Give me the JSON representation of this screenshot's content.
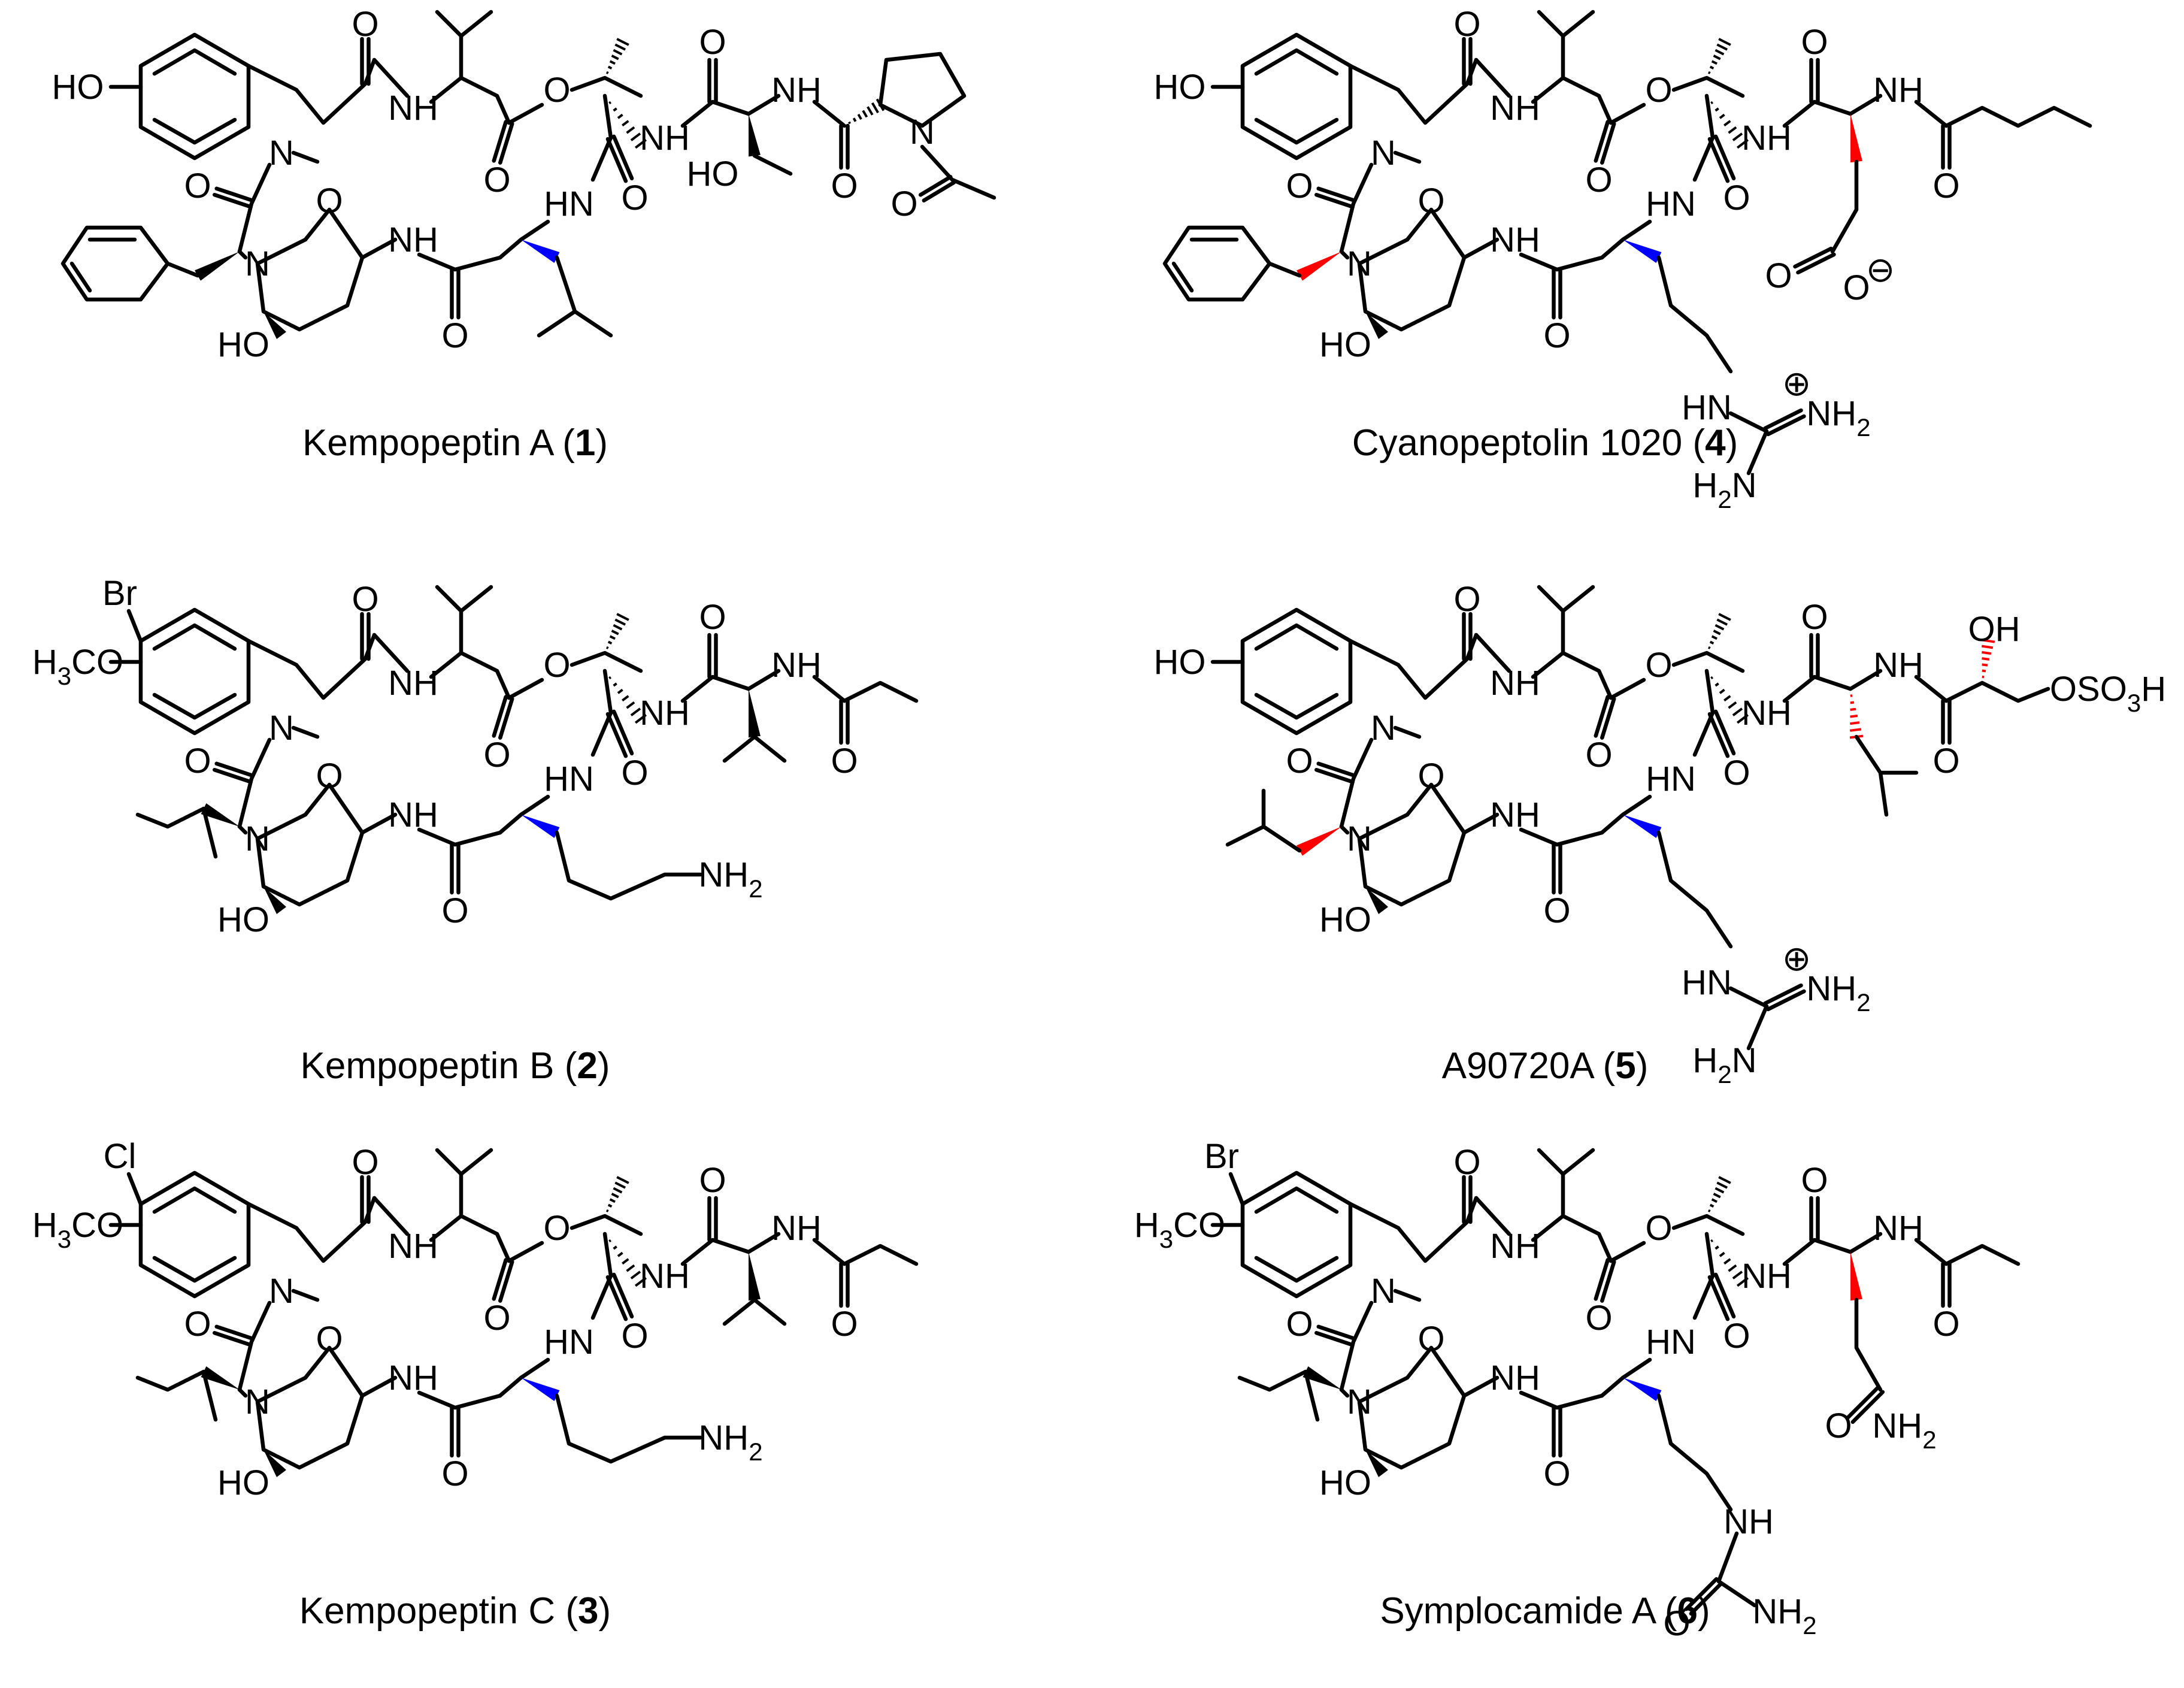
{
  "colors": {
    "black": "#000000",
    "red": "#ff0000",
    "blue": "#0000ff"
  },
  "compounds": [
    {
      "name": "Kempopeptin A",
      "number": "1",
      "ring_substituents": [
        "HO",
        ""
      ],
      "ring_substituent_colors": [
        "black",
        "black"
      ],
      "n_terminal": "acetyl-proline",
      "lower_left_residue": "phenylalanine",
      "lower_left_color": "black",
      "side_chain": "leucine",
      "side_chain_color": "blue",
      "extension_color": "black",
      "extra_labels": [
        "HO"
      ]
    },
    {
      "name": "Kempopeptin B",
      "number": "2",
      "ring_substituents": [
        "H3CO",
        "Br"
      ],
      "ring_substituent_colors": [
        "black",
        "black"
      ],
      "n_terminal": "butanoyl-valine",
      "lower_left_residue": "isoleucine",
      "lower_left_color": "black",
      "side_chain": "lysine",
      "side_chain_color": "blue",
      "extension_color": "black",
      "extra_labels": [
        "NH2"
      ]
    },
    {
      "name": "Kempopeptin C",
      "number": "3",
      "ring_substituents": [
        "H3CO",
        "Cl"
      ],
      "ring_substituent_colors": [
        "black",
        "red"
      ],
      "n_terminal": "butanoyl-valine",
      "lower_left_residue": "isoleucine",
      "lower_left_color": "black",
      "side_chain": "lysine",
      "side_chain_color": "blue",
      "extension_color": "black",
      "extra_labels": [
        "NH2"
      ]
    },
    {
      "name": "Cyanopeptolin 1020",
      "number": "4",
      "ring_substituents": [
        "HO",
        ""
      ],
      "ring_substituent_colors": [
        "red",
        "black"
      ],
      "n_terminal": "hexanoyl-glutamate",
      "lower_left_residue": "phenylalanine",
      "lower_left_color": "red",
      "side_chain": "arginine",
      "side_chain_color": "blue",
      "extension_color": "red",
      "extra_labels": [
        "HN",
        "NH2",
        "H2N",
        "O",
        "O",
        "⊕",
        "⊖"
      ]
    },
    {
      "name": "A90720A",
      "number": "5",
      "ring_substituents": [
        "HO",
        ""
      ],
      "ring_substituent_colors": [
        "red",
        "black"
      ],
      "n_terminal": "glyceric-sulfate-leucine",
      "lower_left_residue": "leucine",
      "lower_left_color": "red",
      "side_chain": "arginine",
      "side_chain_color": "blue",
      "extension_color": "red",
      "extra_labels": [
        "HN",
        "NH2",
        "H2N",
        "OH",
        "OSO3H",
        "⊕"
      ]
    },
    {
      "name": "Symplocamide A",
      "number": "6",
      "ring_substituents": [
        "H3CO",
        "Br"
      ],
      "ring_substituent_colors": [
        "black",
        "black"
      ],
      "n_terminal": "butanoyl-glutamine",
      "lower_left_residue": "isoleucine",
      "lower_left_color": "black",
      "side_chain": "citrulline",
      "side_chain_color": "blue",
      "extension_color": "red",
      "extra_labels": [
        "NH",
        "O",
        "NH2",
        "O",
        "NH2"
      ]
    }
  ]
}
